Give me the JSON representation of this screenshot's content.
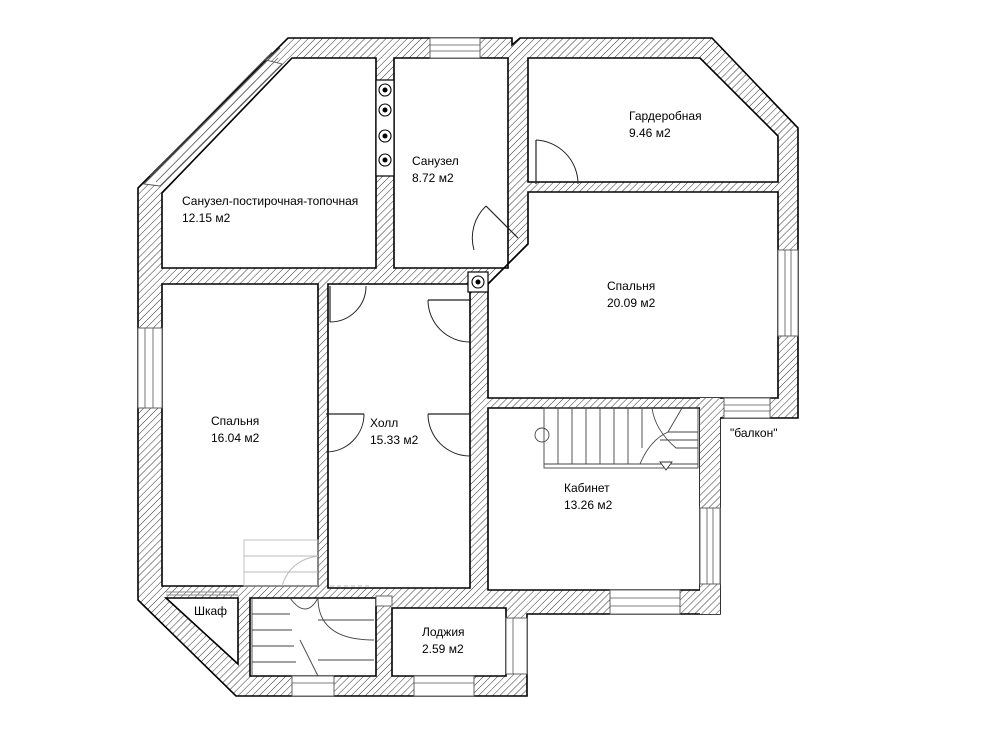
{
  "rooms": {
    "sanuzel_topochnaya": {
      "name": "Санузел-постирочная-топочная",
      "area": "12.15 м2"
    },
    "sanuzel": {
      "name": "Санузел",
      "area": "8.72 м2"
    },
    "garderobnaya": {
      "name": "Гардеробная",
      "area": "9.46 м2"
    },
    "spalnya_right": {
      "name": "Спальня",
      "area": "20.09 м2"
    },
    "spalnya_left": {
      "name": "Спальня",
      "area": "16.04 м2"
    },
    "holl": {
      "name": "Холл",
      "area": "15.33 м2"
    },
    "kabinet": {
      "name": "Кабинет",
      "area": "13.26 м2"
    },
    "lodzhiya": {
      "name": "Лоджия",
      "area": "2.59 м2"
    }
  },
  "labels": {
    "shkaf": "Шкаф",
    "balkon": "\"балкон\""
  }
}
